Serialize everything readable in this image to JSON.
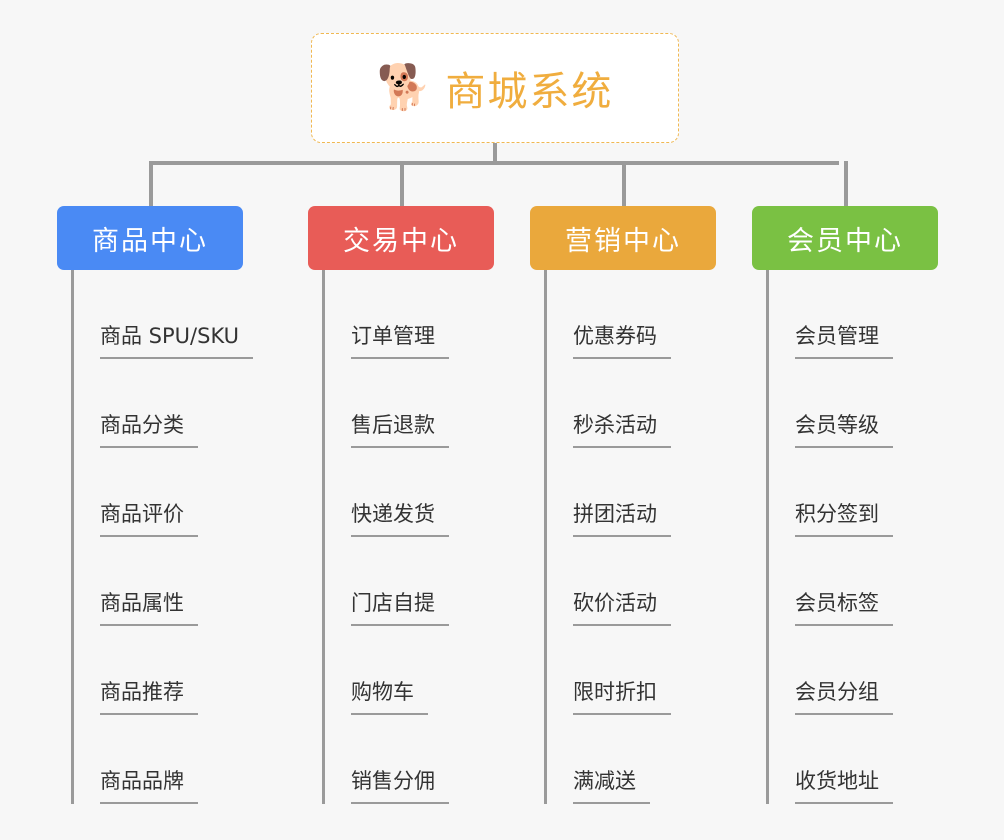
{
  "root": {
    "icon": "dog-face-emoji",
    "icon_glyph": "🐕",
    "title": "商城系统",
    "text_color": "#f0ad3e",
    "border_color": "#f0b852",
    "background": "#ffffff"
  },
  "canvas": {
    "background": "#f7f7f7",
    "connector_color": "#9a9a9a"
  },
  "columns": [
    {
      "id": "product-center",
      "label": "商品中心",
      "color": "#4a8af4",
      "items": [
        "商品 SPU/SKU",
        "商品分类",
        "商品评价",
        "商品属性",
        "商品推荐",
        "商品品牌"
      ]
    },
    {
      "id": "trade-center",
      "label": "交易中心",
      "color": "#e85c57",
      "items": [
        "订单管理",
        "售后退款",
        "快递发货",
        "门店自提",
        "购物车",
        "销售分佣"
      ]
    },
    {
      "id": "marketing-center",
      "label": "营销中心",
      "color": "#eaa83c",
      "items": [
        "优惠券码",
        "秒杀活动",
        "拼团活动",
        "砍价活动",
        "限时折扣",
        "满减送"
      ]
    },
    {
      "id": "member-center",
      "label": "会员中心",
      "color": "#7ac143",
      "items": [
        "会员管理",
        "会员等级",
        "积分签到",
        "会员标签",
        "会员分组",
        "收货地址"
      ]
    }
  ]
}
